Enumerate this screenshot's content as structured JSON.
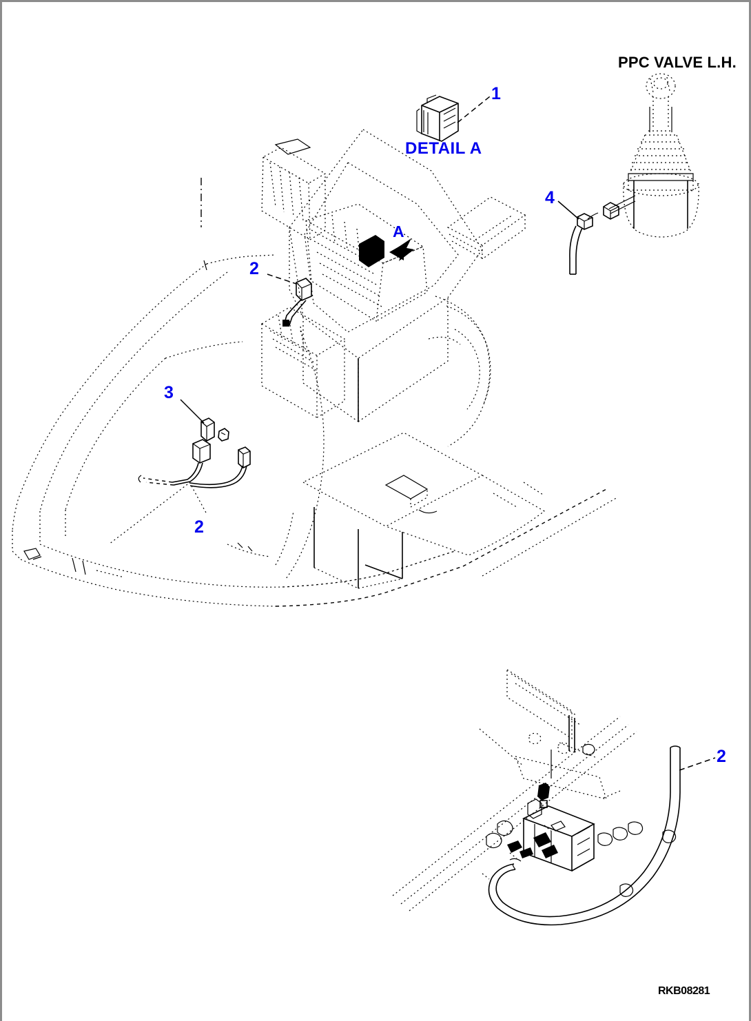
{
  "page": {
    "drawing_code": "RKB08281",
    "background": "#ffffff",
    "frame_color": "#8c8c8c",
    "callout_color": "#0000ee",
    "line_color": "#000000"
  },
  "titles": {
    "ppc_valve": "PPC VALVE L.H.",
    "detail_a": "DETAIL A",
    "section_a": "A"
  },
  "callouts": [
    {
      "id": "c1",
      "number": "1",
      "target": "switch-detail-a"
    },
    {
      "id": "c2a",
      "number": "2",
      "target": "harness-console"
    },
    {
      "id": "c2b",
      "number": "2",
      "target": "harness-cab-floor"
    },
    {
      "id": "c2c",
      "number": "2",
      "target": "harness-valve-assembly"
    },
    {
      "id": "c3",
      "number": "3",
      "target": "connector-cab-floor"
    },
    {
      "id": "c4",
      "number": "4",
      "target": "ppc-valve-fitting"
    }
  ],
  "views": {
    "main": "operator cab with console and switch panel",
    "detail_a": "rocker switch enlarged detail",
    "ppc_valve_lh": "left hand PPC control valve with joystick",
    "valve_assembly": "solenoid valve block with wiring harness"
  }
}
